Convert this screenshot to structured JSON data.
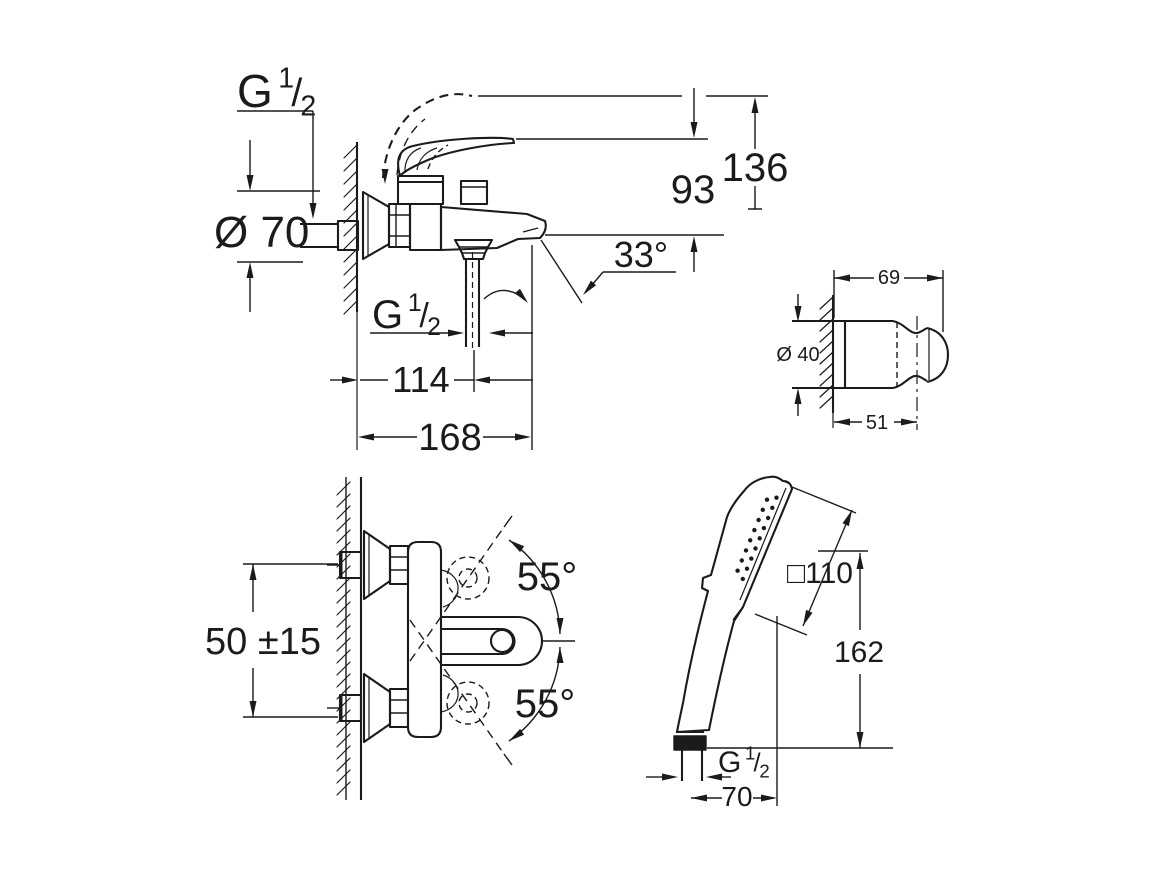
{
  "drawing": {
    "background_color": "#ffffff",
    "line_color": "#1b1b1b",
    "views": {
      "bath_mixer_side": {
        "title": "bath mixer side view",
        "dims": {
          "wall_thread": "G 1/2",
          "escutcheon_diameter": "Ø 70",
          "lever_rest_height": "93",
          "lever_raised_height": "136",
          "spout_angle": "33°",
          "shower_outlet_thread": "G 1/2",
          "wall_to_shower_outlet": "114",
          "wall_to_spout_tip": "168"
        }
      },
      "shower_holder_side": {
        "title": "wall holder side view",
        "dims": {
          "total_depth": "69",
          "holder_diameter": "Ø 40",
          "wall_to_pivot": "51"
        }
      },
      "bath_mixer_front": {
        "title": "bath mixer front view",
        "dims": {
          "connection_offset": "50 ±15",
          "swivel_angle_up": "55°",
          "swivel_angle_down": "55°"
        }
      },
      "hand_shower_side": {
        "title": "hand shower side view",
        "dims": {
          "head_square_size": "□110",
          "total_height": "162",
          "hose_thread": "G 1/2",
          "center_to_face": "70"
        }
      }
    }
  }
}
